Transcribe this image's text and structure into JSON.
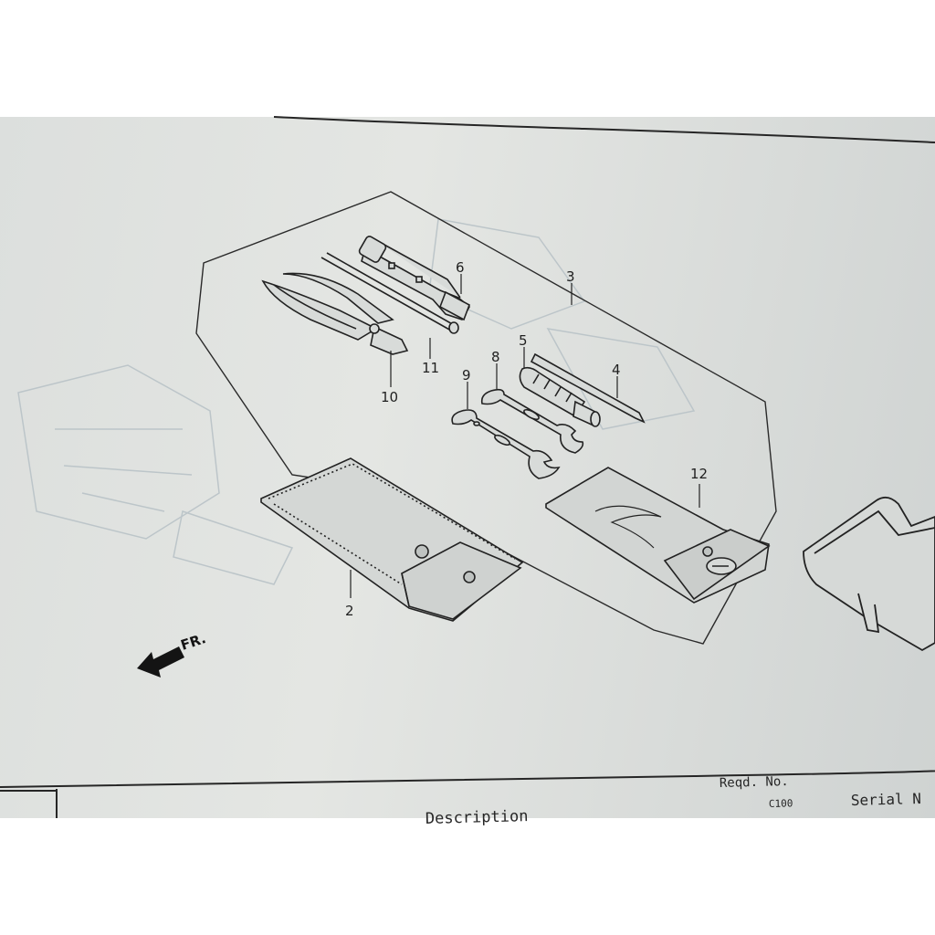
{
  "callouts": {
    "c2": "2",
    "c3": "3",
    "c4": "4",
    "c5": "5",
    "c6": "6",
    "c8": "8",
    "c9": "9",
    "c10": "10",
    "c11": "11",
    "c12": "12"
  },
  "direction_indicator": {
    "label": "FR."
  },
  "table_header": {
    "reqd_no": "Reqd. No.",
    "model": "C100",
    "serial": "Serial N",
    "description": "Description"
  },
  "colors": {
    "paper": "#dcdfdd",
    "ink": "#1f1f1f",
    "faint_ink": "#b9c2c6"
  }
}
